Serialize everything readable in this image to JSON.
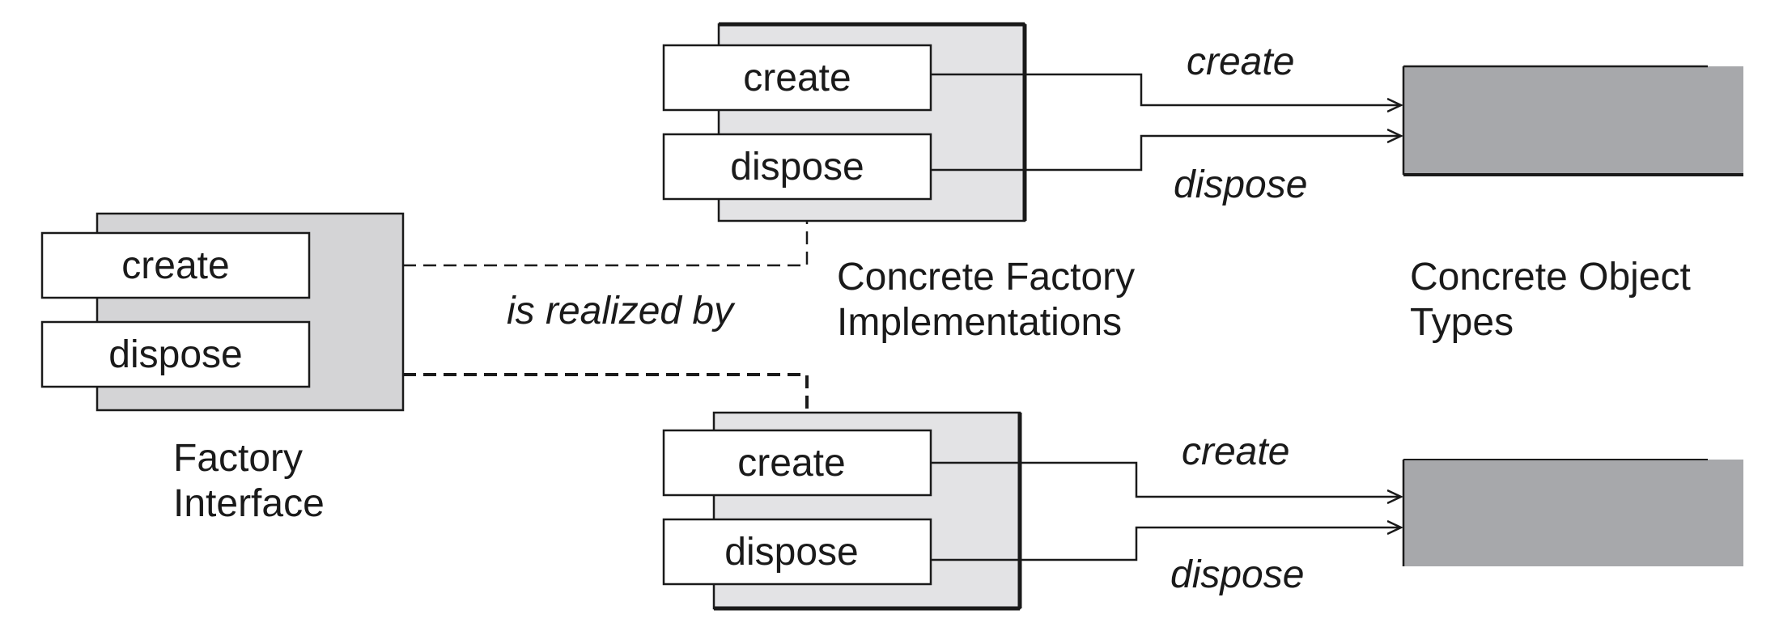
{
  "diagram": {
    "factory_interface": {
      "methods": [
        "create",
        "dispose"
      ],
      "caption": [
        "Factory",
        "Interface"
      ]
    },
    "realization_label": "is realized by",
    "factory_implementations": {
      "top": {
        "methods": [
          "create",
          "dispose"
        ]
      },
      "bottom": {
        "methods": [
          "create",
          "dispose"
        ]
      },
      "caption": [
        "Concrete Factory",
        "Implementations"
      ]
    },
    "object_types": {
      "caption": [
        "Concrete Object",
        "Types"
      ]
    },
    "edge_labels": {
      "top_create": "create",
      "top_dispose": "dispose",
      "bottom_create": "create",
      "bottom_dispose": "dispose"
    },
    "colors": {
      "interface_fill": "#d4d4d6",
      "implementation_fill": "#e3e3e5",
      "object_fill": "#a7a8ab",
      "method_fill": "#ffffff",
      "stroke": "#1a1a1a"
    }
  }
}
